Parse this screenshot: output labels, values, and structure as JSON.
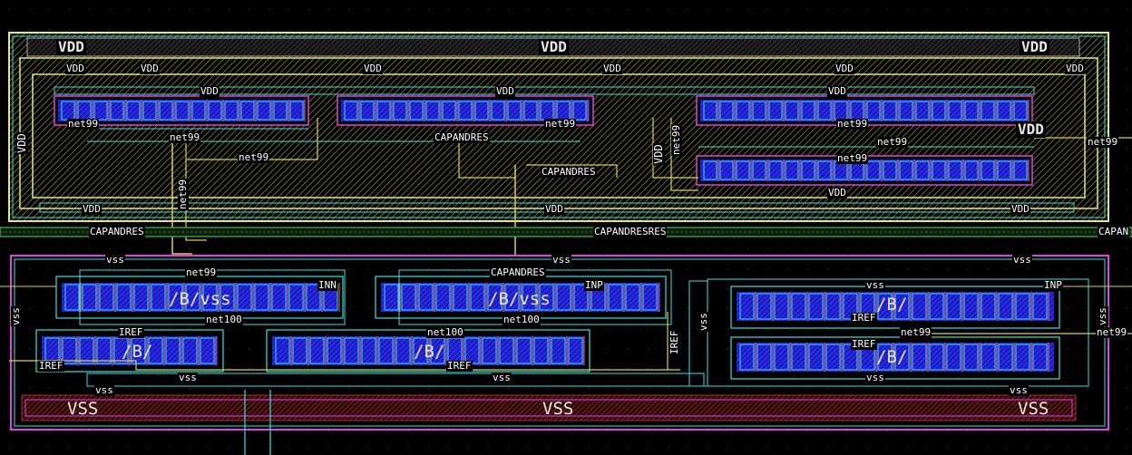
{
  "colors": {
    "background": "#000000",
    "nwell_outline": "#e8e870",
    "nwell_hatch": "#6a6a30",
    "metal1": "#38e0e0",
    "metal2": "#e0d040",
    "poly": "#ff6060",
    "active": "#2a2ad8",
    "psub": "#e040e0",
    "label": "#ffffff",
    "green_bus": "#50b050"
  },
  "top_region": {
    "rail_labels": [
      "VDD",
      "VDD",
      "VDD"
    ],
    "left_side_label": "VDD",
    "right_side_label": "VDD",
    "pin_labels": [
      "VDD",
      "VDD",
      "VDD",
      "VDD",
      "VDD",
      "VDD",
      "VDD",
      "VDD",
      "VDD",
      "VDD"
    ],
    "vdd_bottom_labels": [
      "VDD",
      "VDD",
      "VDD"
    ],
    "net99_labels": [
      "net99",
      "net99",
      "net99",
      "net99",
      "net99",
      "net99",
      "net99",
      "net99",
      "net99",
      "net99"
    ],
    "capandres_labels": [
      "CAPANDRES",
      "CAPANDRES"
    ]
  },
  "bus": {
    "capandres_left": "CAPANDRES",
    "capandresres": "CAPANDRESRES",
    "capan_right": "CAPAN"
  },
  "bottom_region": {
    "vss_rail_labels": [
      "VSS",
      "VSS",
      "VSS"
    ],
    "vss_small_labels": [
      "vss",
      "vss",
      "vss",
      "vss",
      "vss",
      "vss",
      "vss",
      "vss",
      "vss"
    ],
    "block_labels": [
      "/B/vss",
      "/B/vss",
      "/B/",
      "/B/",
      "/B/",
      "/B/"
    ],
    "inn": "INN",
    "inp_labels": [
      "INP",
      "INP"
    ],
    "iref_labels": [
      "IREF",
      "IREF",
      "IREF",
      "IREF",
      "IREF",
      "IREF"
    ],
    "net100_labels": [
      "net100",
      "net100",
      "net100"
    ],
    "net99_labels": [
      "net99",
      "net99",
      "net99"
    ],
    "capandres": "CAPANDRES",
    "side_labels": [
      "vss",
      "vss",
      "vss"
    ]
  }
}
